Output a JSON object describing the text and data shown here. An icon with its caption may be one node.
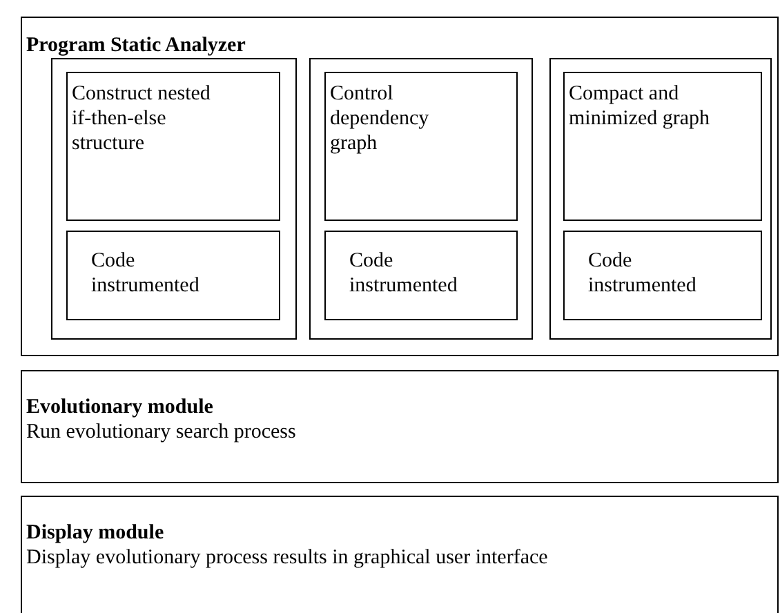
{
  "diagram": {
    "nodes": [
      {
        "text": [
          "Program Static Analyzer"
        ]
      },
      {
        "text": [],
        "shape": "box",
        "in": 0
      },
      {
        "text": [
          "Construct nested if-then-else structure"
        ],
        "in": 1
      },
      {
        "text": [
          "Code instrumented"
        ],
        "in": 1
      },
      {
        "text": [],
        "shape": "box",
        "in": 0
      },
      {
        "text": [
          "Control dependency graph"
        ],
        "in": 4
      },
      {
        "text": [
          "Code instrumented"
        ],
        "in": 4
      },
      {
        "text": [],
        "shape": "box",
        "in": 0
      },
      {
        "text": [
          "Compact and minimized graph"
        ],
        "in": 7
      },
      {
        "text": [
          "Code instrumented"
        ],
        "in": 7
      },
      {
        "text": [
          "Evolutionary module",
          "Run evolutionary search process"
        ]
      },
      {
        "text": [
          "Display module",
          "Display evolutionary process results in graphical user interface"
        ]
      }
    ]
  }
}
